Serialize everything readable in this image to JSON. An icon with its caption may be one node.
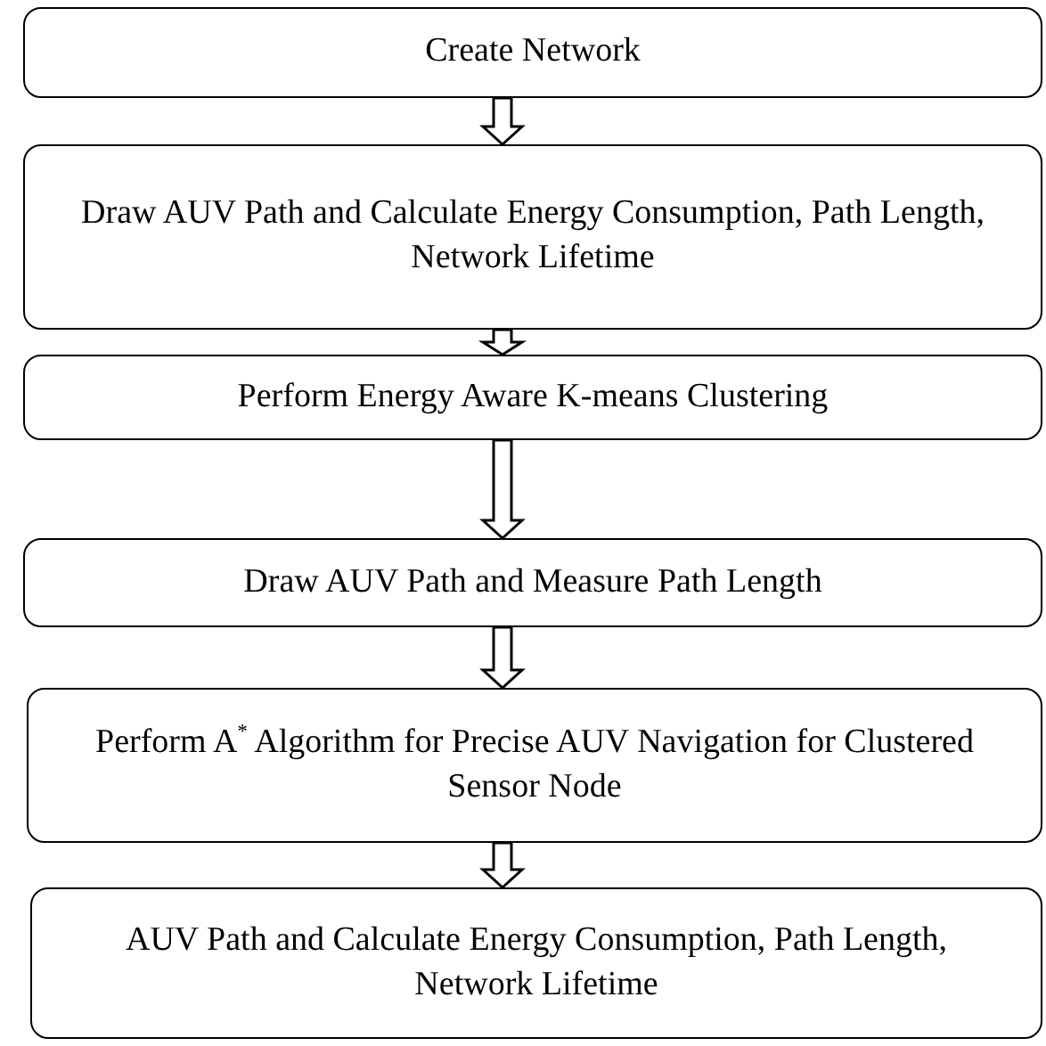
{
  "diagram": {
    "nodes": [
      {
        "text": [
          "Create Network"
        ]
      },
      {
        "text": [
          "Draw AUV Path and Calculate Energy Consumption, Path Length, Network Lifetime"
        ]
      },
      {
        "text": [
          "Perform Energy Aware K-means Clustering"
        ]
      },
      {
        "text": [
          "Draw AUV Path and Measure Path Length"
        ]
      },
      {
        "text": [
          "Perform A$^{*}$ Algorithm for Precise AUV Navigation for Clustered Sensor Node"
        ]
      },
      {
        "text": [
          "AUV Path and Calculate Energy Consumption, Path Length, Network Lifetime"
        ]
      }
    ],
    "edges": [
      {
        "from": 0,
        "to": 1,
        "arrow": "to"
      },
      {
        "from": 1,
        "to": 2,
        "arrow": "to"
      },
      {
        "from": 2,
        "to": 3,
        "arrow": "to"
      },
      {
        "from": 3,
        "to": 4,
        "arrow": "to"
      },
      {
        "from": 4,
        "to": 5,
        "arrow": "to"
      }
    ]
  }
}
